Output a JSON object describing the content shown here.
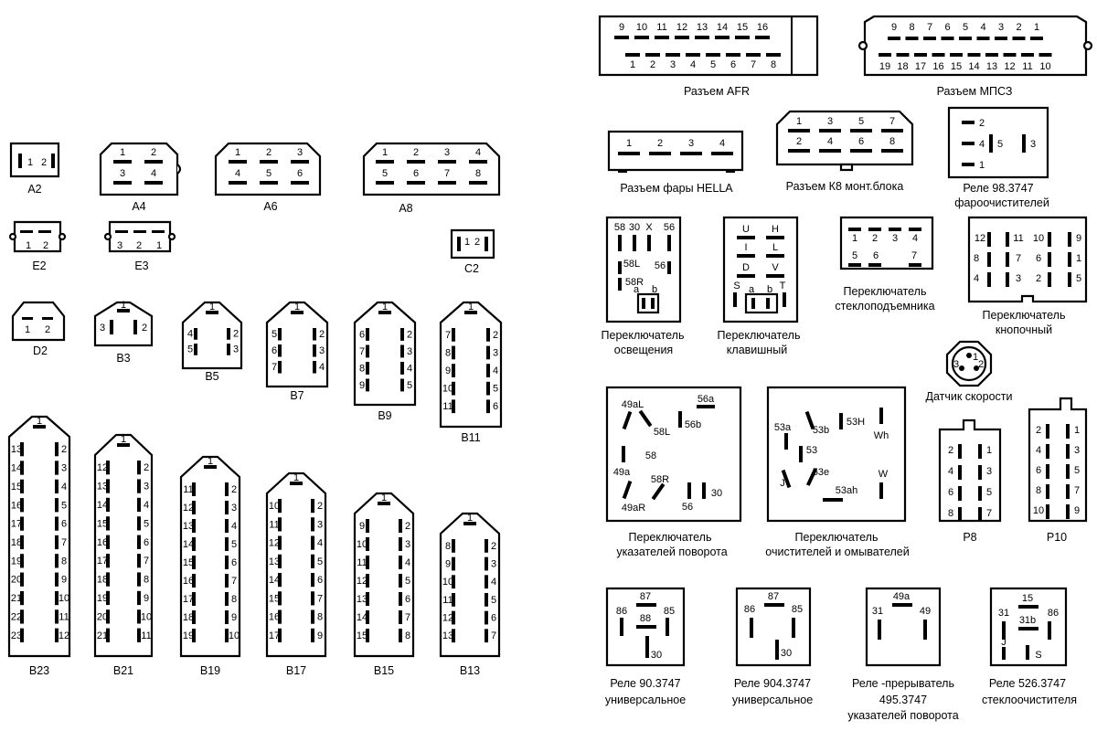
{
  "connectors": [
    {
      "id": "A2",
      "label": "A2",
      "pins": [
        "1",
        "2"
      ]
    },
    {
      "id": "A4",
      "label": "A4",
      "pins": [
        "1",
        "2",
        "3",
        "4"
      ]
    },
    {
      "id": "A6",
      "label": "A6",
      "pins": [
        "1",
        "2",
        "3",
        "4",
        "5",
        "6"
      ]
    },
    {
      "id": "A8",
      "label": "A8",
      "pins": [
        "1",
        "2",
        "3",
        "4",
        "5",
        "6",
        "7",
        "8"
      ]
    },
    {
      "id": "E2",
      "label": "E2",
      "pins": [
        "1",
        "2"
      ]
    },
    {
      "id": "E3",
      "label": "E3",
      "pins": [
        "3",
        "2",
        "1"
      ]
    },
    {
      "id": "C2",
      "label": "C2",
      "pins": [
        "1",
        "2"
      ]
    },
    {
      "id": "D2",
      "label": "D2",
      "pins": [
        "1",
        "2"
      ]
    },
    {
      "id": "B3",
      "label": "B3",
      "pins": [
        "1",
        "3",
        "2"
      ]
    },
    {
      "id": "B5",
      "label": "B5",
      "pins": [
        "1",
        "4",
        "2",
        "5",
        "3"
      ]
    },
    {
      "id": "B7",
      "label": "B7",
      "pins": [
        "1",
        "5",
        "2",
        "6",
        "3",
        "7",
        "4"
      ]
    },
    {
      "id": "B9",
      "label": "B9",
      "pins": [
        "1",
        "6",
        "2",
        "7",
        "3",
        "8",
        "4",
        "9",
        "5"
      ]
    },
    {
      "id": "B11",
      "label": "B11",
      "pins": [
        "1",
        "7",
        "2",
        "8",
        "3",
        "9",
        "4",
        "10",
        "5",
        "11",
        "6"
      ]
    },
    {
      "id": "B23",
      "label": "B23",
      "pins": [
        "1",
        "13",
        "2",
        "14",
        "3",
        "15",
        "4",
        "16",
        "5",
        "17",
        "6",
        "18",
        "7",
        "19",
        "8",
        "20",
        "9",
        "21",
        "10",
        "22",
        "11",
        "23",
        "12"
      ]
    },
    {
      "id": "B21",
      "label": "B21",
      "pins": [
        "1",
        "12",
        "2",
        "13",
        "3",
        "14",
        "4",
        "15",
        "5",
        "16",
        "6",
        "17",
        "7",
        "18",
        "8",
        "19",
        "9",
        "20",
        "10",
        "21",
        "11"
      ]
    },
    {
      "id": "B19",
      "label": "B19",
      "pins": [
        "1",
        "11",
        "2",
        "12",
        "3",
        "13",
        "4",
        "14",
        "5",
        "15",
        "6",
        "16",
        "7",
        "17",
        "8",
        "18",
        "9",
        "19",
        "10"
      ]
    },
    {
      "id": "B17",
      "label": "B17",
      "pins": [
        "1",
        "10",
        "2",
        "11",
        "3",
        "12",
        "4",
        "13",
        "5",
        "14",
        "6",
        "15",
        "7",
        "16",
        "8",
        "17",
        "9"
      ]
    },
    {
      "id": "B15",
      "label": "B15",
      "pins": [
        "1",
        "9",
        "2",
        "10",
        "3",
        "11",
        "4",
        "12",
        "5",
        "13",
        "6",
        "14",
        "7",
        "15",
        "8"
      ]
    },
    {
      "id": "B13",
      "label": "B13",
      "pins": [
        "1",
        "8",
        "2",
        "9",
        "3",
        "10",
        "4",
        "11",
        "5",
        "12",
        "6",
        "13",
        "7"
      ]
    },
    {
      "id": "AFR",
      "label": "Разъем AFR",
      "pins": [
        "9",
        "10",
        "11",
        "12",
        "13",
        "14",
        "15",
        "16",
        "1",
        "2",
        "3",
        "4",
        "5",
        "6",
        "7",
        "8"
      ]
    },
    {
      "id": "MPSZ",
      "label": "Разъем МПСЗ",
      "pins": [
        "9",
        "8",
        "7",
        "6",
        "5",
        "4",
        "3",
        "2",
        "1",
        "19",
        "18",
        "17",
        "16",
        "15",
        "14",
        "13",
        "12",
        "11",
        "10"
      ]
    },
    {
      "id": "HELLA",
      "label": "Разъем фары HELLA",
      "pins": [
        "1",
        "2",
        "3",
        "4"
      ]
    },
    {
      "id": "K8",
      "label": "Разъем К8 монт.блока",
      "pins": [
        "1",
        "3",
        "5",
        "7",
        "2",
        "4",
        "6",
        "8"
      ]
    },
    {
      "id": "R983747",
      "label": "Реле 98.3747",
      "label2": "фароочистителей",
      "pins": [
        "2",
        "4",
        "1",
        "5",
        "3"
      ]
    },
    {
      "id": "SW_LIGHT",
      "label": "Переключатель",
      "label2": "освещения",
      "pins": [
        "58",
        "30",
        "X",
        "56",
        "58L",
        "56",
        "58R",
        "a",
        "b"
      ]
    },
    {
      "id": "SW_KEY",
      "label": "Переключатель",
      "label2": "клавишный",
      "pins": [
        "U",
        "H",
        "I",
        "L",
        "D",
        "V",
        "S",
        "a",
        "b",
        "T"
      ]
    },
    {
      "id": "SW_WINDOW",
      "label": "Переключатель",
      "label2": "стеклоподъемника",
      "pins": [
        "1",
        "2",
        "3",
        "4",
        "5",
        "6",
        "7"
      ]
    },
    {
      "id": "SW_BUTTON",
      "label": "Переключатель",
      "label2": "кнопочный",
      "pins": [
        "12",
        "11",
        "10",
        "9",
        "8",
        "7",
        "6",
        "1",
        "4",
        "3",
        "2",
        "5"
      ]
    },
    {
      "id": "SPEED",
      "label": "Датчик скорости",
      "pins": [
        "1",
        "2",
        "3"
      ]
    },
    {
      "id": "SW_TURN",
      "label": "Переключатель",
      "label2": "указателей поворота",
      "pins": [
        "56a",
        "49aL",
        "58L",
        "56b",
        "58",
        "49a",
        "58R",
        "49aR",
        "56",
        "30"
      ]
    },
    {
      "id": "SW_WIPER",
      "label": "Переключатель",
      "label2": "очистителей и омывателей",
      "pins": [
        "53a",
        "53b",
        "53H",
        "Wh",
        "53",
        "53e",
        "J",
        "53ah",
        "W"
      ]
    },
    {
      "id": "P8",
      "label": "P8",
      "pins": [
        "2",
        "1",
        "4",
        "3",
        "6",
        "5",
        "8",
        "7"
      ]
    },
    {
      "id": "P10",
      "label": "P10",
      "pins": [
        "2",
        "1",
        "4",
        "3",
        "6",
        "5",
        "8",
        "7",
        "10",
        "9"
      ]
    },
    {
      "id": "R903747",
      "label": "Реле 90.3747",
      "label2": "универсальное",
      "pins": [
        "87",
        "86",
        "88",
        "85",
        "30"
      ]
    },
    {
      "id": "R9043747",
      "label": "Реле 904.3747",
      "label2": "универсальное",
      "pins": [
        "87",
        "86",
        "85",
        "30"
      ]
    },
    {
      "id": "R4953747",
      "label": "Реле -прерыватель",
      "label2": "495.3747",
      "label3": "указателей поворота",
      "pins": [
        "49a",
        "31",
        "49"
      ]
    },
    {
      "id": "R5263747",
      "label": "Реле 526.3747",
      "label2": "стеклоочистителя",
      "pins": [
        "15",
        "31",
        "86",
        "31b",
        "J",
        "S"
      ]
    }
  ]
}
